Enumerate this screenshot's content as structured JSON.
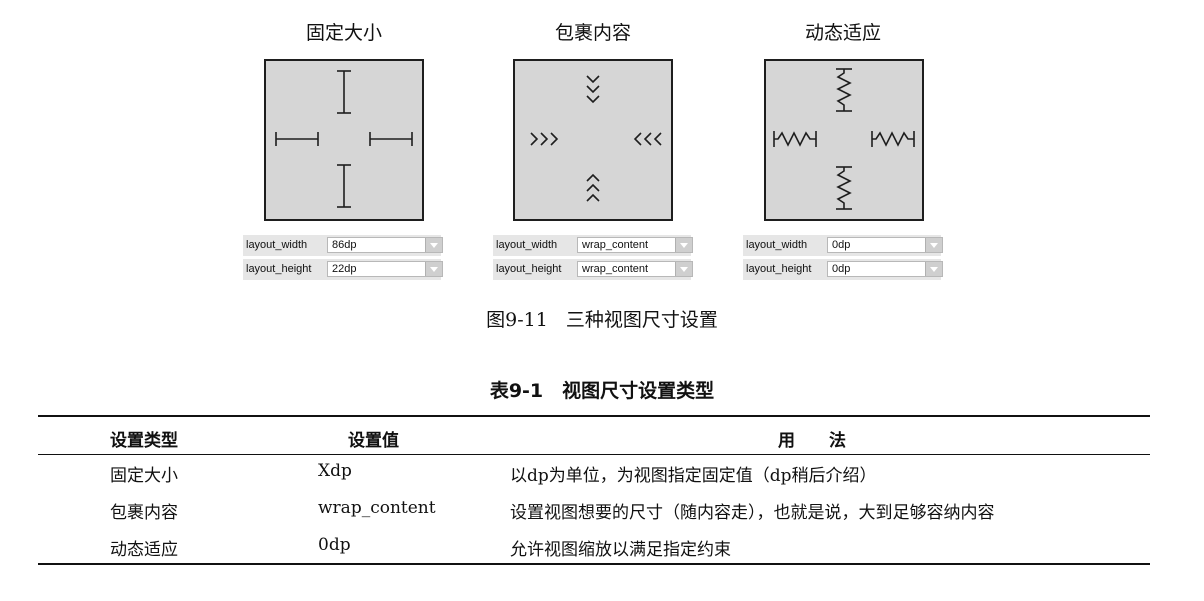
{
  "figure": {
    "panels": [
      {
        "title": "固定大小",
        "mode": "fixed",
        "width_label": "layout_width",
        "width_value": "86dp",
        "height_label": "layout_height",
        "height_value": "22dp"
      },
      {
        "title": "包裹内容",
        "mode": "wrap",
        "width_label": "layout_width",
        "width_value": "wrap_content",
        "height_label": "layout_height",
        "height_value": "wrap_content"
      },
      {
        "title": "动态适应",
        "mode": "match",
        "width_label": "layout_width",
        "width_value": "0dp",
        "height_label": "layout_height",
        "height_value": "0dp"
      }
    ],
    "caption_num": "图9-11",
    "caption_text": "三种视图尺寸设置"
  },
  "table": {
    "title": "表9-1　视图尺寸设置类型",
    "headers": [
      "设置类型",
      "设置值",
      "用　　法"
    ],
    "rows": [
      [
        "固定大小",
        "Xdp",
        "以dp为单位，为视图指定固定值（dp稍后介绍）"
      ],
      [
        "包裹内容",
        "wrap_content",
        "设置视图想要的尺寸（随内容走），也就是说，大到足够容纳内容"
      ],
      [
        "动态适应",
        "0dp",
        "允许视图缩放以满足指定约束"
      ]
    ]
  }
}
